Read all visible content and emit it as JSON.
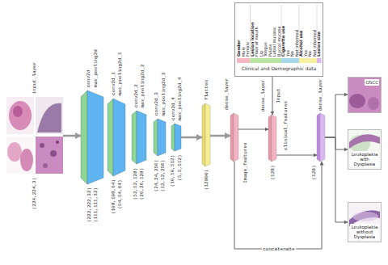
{
  "diagram": {
    "nodes": [
      {
        "text": [
          "Gender",
          "Male",
          "Female",
          "Lesion location",
          "Floor of mouth",
          "Lip",
          "Tongue",
          "Palate",
          "Labial mucosa",
          "Buccal mucosa",
          "Cigarette use",
          "Yes",
          "No",
          "Not informed",
          "Alcohol use",
          "Yes",
          "No",
          "Not informed",
          "Lesion size",
          "Clinical and Demographic data"
        ]
      },
      {
        "text": [
          "input_layer",
          "(224,224,3)"
        ]
      },
      {
        "text": [
          "conv2d",
          "max_pooling2d",
          "(222,222,32)",
          "(111,111,32)"
        ]
      },
      {
        "text": [
          "conv2d_1",
          "max_pooling2d_1",
          "(109,109,64)",
          "(54,54,64)"
        ]
      },
      {
        "text": [
          "conv2d_2",
          "max_pooling2d_2",
          "(52,52,128)",
          "(26,26,128)"
        ]
      },
      {
        "text": [
          "conv2d_3",
          "max_pooling2d_3",
          "(24,24,256)",
          "(12,12,256)"
        ]
      },
      {
        "text": [
          "conv2d_4",
          "max_pooling2d_4",
          "(10,10,512)",
          "(5,5,512)"
        ]
      },
      {
        "text": [
          "flatten",
          "(12800)"
        ]
      },
      {
        "text": [
          "dense_layer",
          "Image_features"
        ]
      },
      {
        "text": [
          "dense_layer",
          "(128)",
          "clinical_features"
        ]
      },
      {
        "text": [
          "dense_layer",
          "(128)"
        ]
      },
      {
        "text": [
          "OSCC"
        ]
      },
      {
        "text": [
          "Leukoplakia with Dysplasia"
        ]
      },
      {
        "text": [
          "Leukoplakia without Dysplasia"
        ]
      }
    ],
    "edges": [
      {
        "from": 1,
        "to": 2,
        "arrow": "to"
      },
      {
        "from": 6,
        "to": 7,
        "arrow": "to"
      },
      {
        "from": 7,
        "to": 8,
        "arrow": "to"
      },
      {
        "from": 8,
        "to": 9,
        "arrow": "to"
      },
      {
        "from": 0,
        "to": 9,
        "label": "Input",
        "arrow": "to"
      },
      {
        "from": 9,
        "to": 10,
        "arrow": "to"
      },
      {
        "from": 8,
        "to": 10,
        "label": "concatenate",
        "arrow": "to"
      },
      {
        "from": 10,
        "to": 11,
        "arrow": "to"
      },
      {
        "from": 10,
        "to": 12,
        "arrow": "to"
      },
      {
        "from": 10,
        "to": 13,
        "arrow": "to"
      }
    ]
  }
}
